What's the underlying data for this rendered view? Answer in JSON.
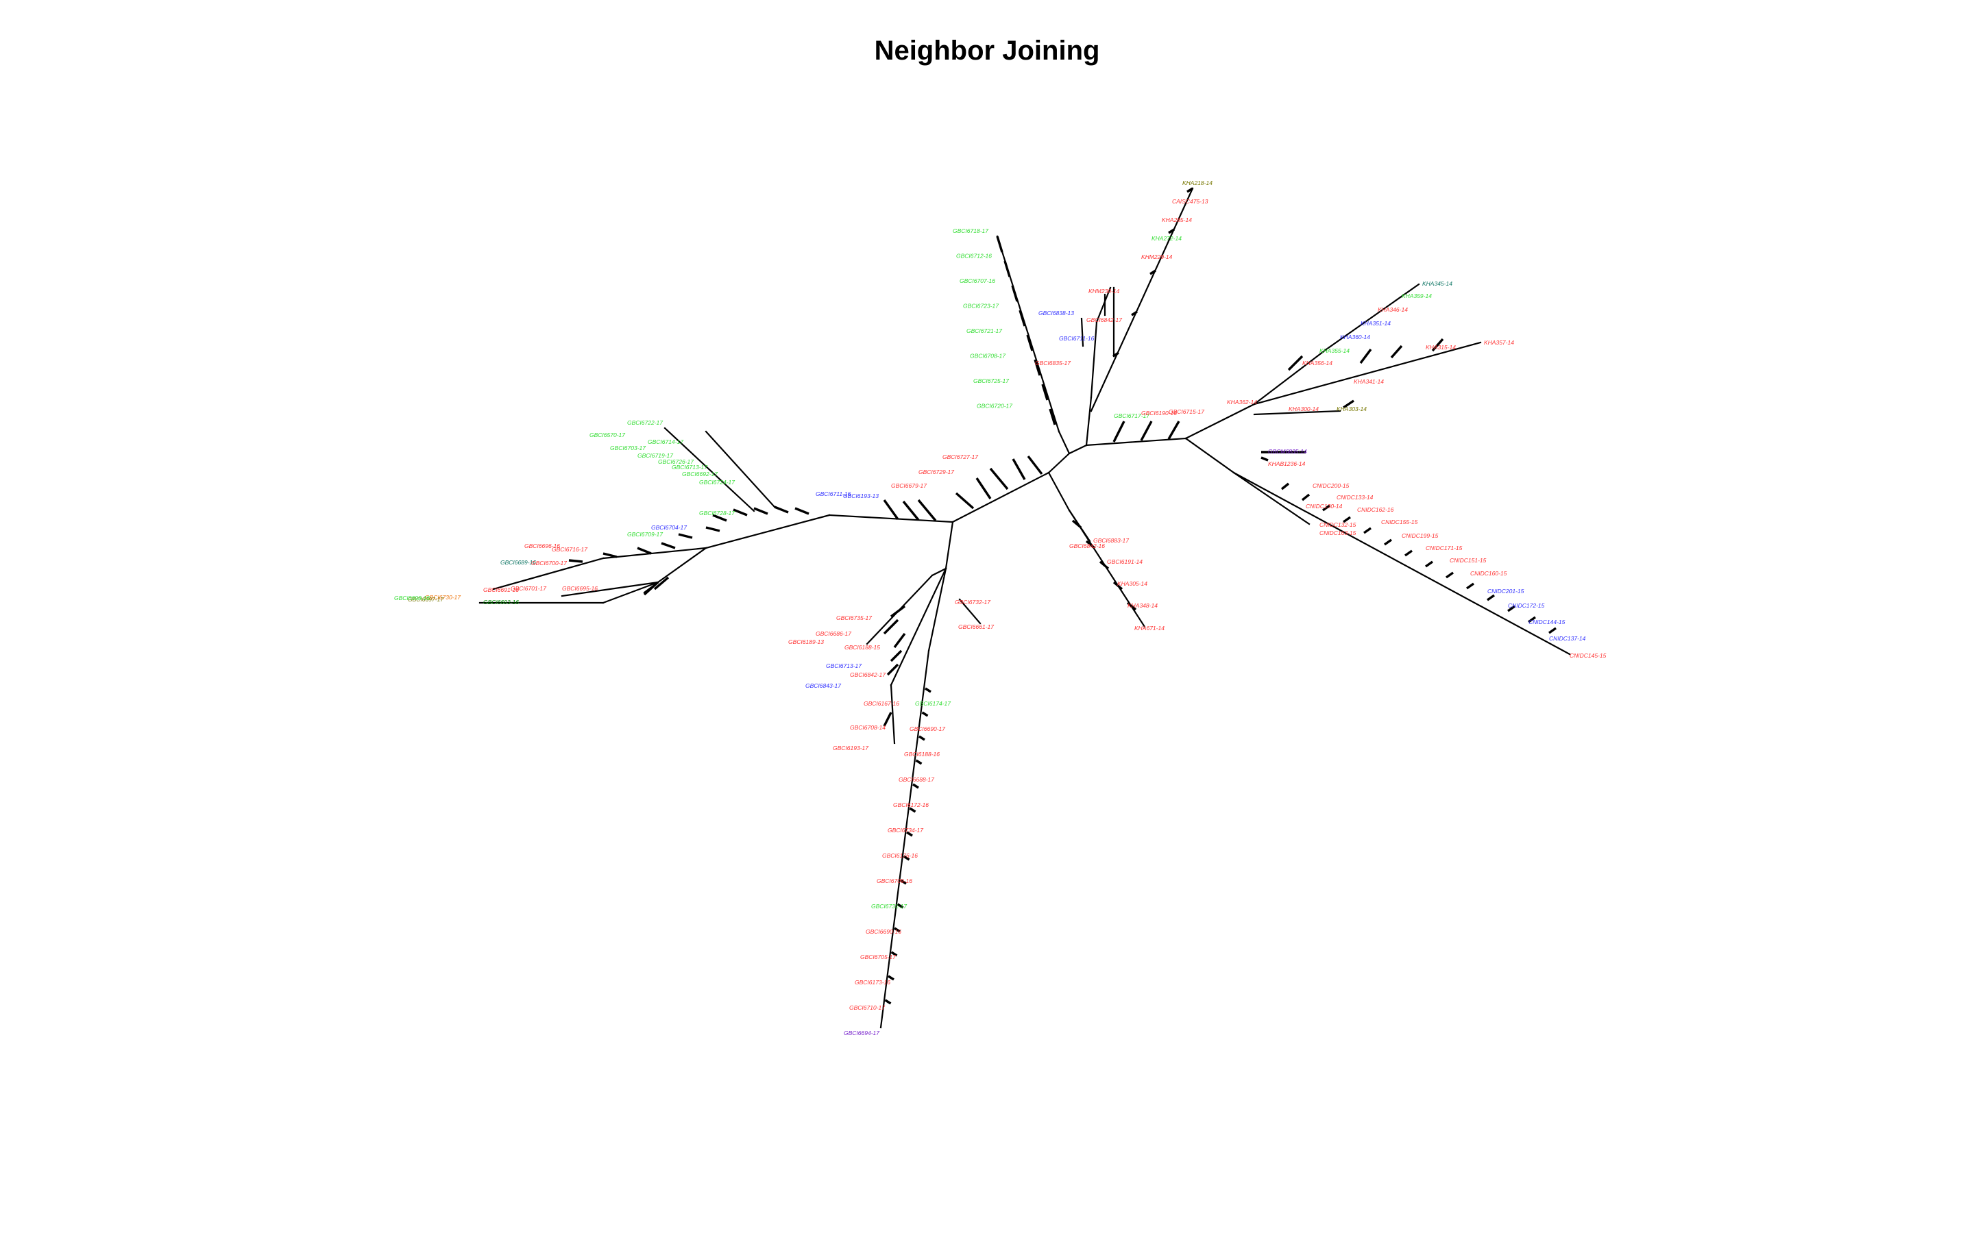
{
  "title": "Neighbor Joining",
  "palette": {
    "red": "#ff3333",
    "green": "#33dd33",
    "blue": "#3333ff",
    "darkgreen": "#008800",
    "olive": "#777700",
    "purple": "#7722cc",
    "orange": "#ee7711",
    "teal": "#117766"
  },
  "tips": {
    "top_green_clade": [
      {
        "label": "GBCI6718-17",
        "color": "green"
      },
      {
        "label": "GBCI6712-16",
        "color": "green"
      },
      {
        "label": "GBCI6707-16",
        "color": "green"
      },
      {
        "label": "GBCI6723-17",
        "color": "green"
      },
      {
        "label": "GBCI6721-17",
        "color": "green"
      },
      {
        "label": "GBCI6708-17",
        "color": "green"
      },
      {
        "label": "GBCI6725-17",
        "color": "green"
      },
      {
        "label": "GBCI6720-17",
        "color": "green"
      }
    ],
    "top_mixed_clade": [
      {
        "label": "GBCI6838-13",
        "color": "blue"
      },
      {
        "label": "GBCI6842-17",
        "color": "red"
      },
      {
        "label": "KHM230-14",
        "color": "red"
      },
      {
        "label": "GBCI6711-16",
        "color": "blue"
      },
      {
        "label": "GBCI6835-17",
        "color": "red"
      }
    ],
    "top_right_clade": [
      {
        "label": "KHA218-14",
        "color": "olive"
      },
      {
        "label": "CAISC475-13",
        "color": "red"
      },
      {
        "label": "KHA285-14",
        "color": "red"
      },
      {
        "label": "KHA272-14",
        "color": "green"
      },
      {
        "label": "KHM229-14",
        "color": "red"
      },
      {
        "label": "GBCI6717-17",
        "color": "green"
      },
      {
        "label": "GBCI6190-16",
        "color": "red"
      },
      {
        "label": "GBCI6715-17",
        "color": "red"
      }
    ],
    "right_upper_clade": [
      {
        "label": "KHA345-14",
        "color": "teal"
      },
      {
        "label": "KHA346-14",
        "color": "red"
      },
      {
        "label": "KHA359-14",
        "color": "green"
      },
      {
        "label": "KHA351-14",
        "color": "blue"
      },
      {
        "label": "KHA360-14",
        "color": "blue"
      },
      {
        "label": "KHA357-14",
        "color": "red"
      },
      {
        "label": "KHA355-14",
        "color": "green"
      },
      {
        "label": "KHA356-14",
        "color": "red"
      },
      {
        "label": "KHA362-14",
        "color": "red"
      },
      {
        "label": "KHA315-14",
        "color": "red"
      },
      {
        "label": "KHA341-14",
        "color": "red"
      },
      {
        "label": "KHA303-14",
        "color": "olive"
      },
      {
        "label": "KHA300-14",
        "color": "red"
      }
    ],
    "right_lower_clade": [
      {
        "label": "GBCM6835-14",
        "color": "purple"
      },
      {
        "label": "KHAB1236-14",
        "color": "red"
      },
      {
        "label": "CNIDC200-15",
        "color": "red"
      },
      {
        "label": "CNIDC133-14",
        "color": "red"
      },
      {
        "label": "CNIDC130-14",
        "color": "red"
      },
      {
        "label": "CNIDC162-16",
        "color": "red"
      },
      {
        "label": "CNIDC155-15",
        "color": "red"
      },
      {
        "label": "CNIDC132-15",
        "color": "red"
      },
      {
        "label": "CNIDC163-15",
        "color": "red"
      },
      {
        "label": "CNIDC199-15",
        "color": "red"
      },
      {
        "label": "CNIDC171-15",
        "color": "red"
      },
      {
        "label": "CNIDC151-15",
        "color": "red"
      },
      {
        "label": "CNIDC160-15",
        "color": "red"
      },
      {
        "label": "CNIDC201-15",
        "color": "blue"
      },
      {
        "label": "CNIDC172-15",
        "color": "blue"
      },
      {
        "label": "CNIDC144-15",
        "color": "blue"
      },
      {
        "label": "CNIDC137-14",
        "color": "blue"
      },
      {
        "label": "CNIDC145-15",
        "color": "red"
      }
    ],
    "center_clade": [
      {
        "label": "GBCI6883-17",
        "color": "red"
      },
      {
        "label": "GBCI6842-16",
        "color": "red"
      },
      {
        "label": "GBCI6191-14",
        "color": "red"
      },
      {
        "label": "KHA305-14",
        "color": "red"
      },
      {
        "label": "KHA348-14",
        "color": "red"
      },
      {
        "label": "KHA671-14",
        "color": "red"
      }
    ],
    "center_left_labels": [
      {
        "label": "GBCI6727-17",
        "color": "red"
      },
      {
        "label": "GBCI6729-17",
        "color": "red"
      },
      {
        "label": "GBCI6679-17",
        "color": "red"
      },
      {
        "label": "GBCI6193-13",
        "color": "blue"
      },
      {
        "label": "GBCI6711-16",
        "color": "blue"
      }
    ],
    "left_clade": [
      {
        "label": "GBCI6722-17",
        "color": "green"
      },
      {
        "label": "GBCI6570-17",
        "color": "green"
      },
      {
        "label": "GBCI6714-17",
        "color": "green"
      },
      {
        "label": "GBCI6703-17",
        "color": "green"
      },
      {
        "label": "GBCI6719-17",
        "color": "green"
      },
      {
        "label": "GBCI6726-17",
        "color": "green"
      },
      {
        "label": "GBCI6713-17",
        "color": "green"
      },
      {
        "label": "GBCI6692-17",
        "color": "green"
      },
      {
        "label": "GBCI6724-17",
        "color": "green"
      },
      {
        "label": "GBCI6704-17",
        "color": "blue"
      },
      {
        "label": "GBCI6709-17",
        "color": "green"
      },
      {
        "label": "GBCI6728-17",
        "color": "green"
      },
      {
        "label": "GBCI6696-16",
        "color": "red"
      },
      {
        "label": "GBCI6716-17",
        "color": "red"
      },
      {
        "label": "GBCI6689-16",
        "color": "teal"
      },
      {
        "label": "GBCI6700-17",
        "color": "red"
      },
      {
        "label": "GBCI6691-16",
        "color": "red"
      },
      {
        "label": "GBCI6701-17",
        "color": "red"
      },
      {
        "label": "GBCI6695-16",
        "color": "red"
      },
      {
        "label": "GBCI6693-16",
        "color": "darkgreen"
      },
      {
        "label": "GBCI6730-17",
        "color": "orange"
      },
      {
        "label": "GBCI6697-17",
        "color": "olive"
      },
      {
        "label": "GBCI6698-16",
        "color": "green"
      }
    ],
    "bottom_left_clade": [
      {
        "label": "GBCI6735-17",
        "color": "red"
      },
      {
        "label": "GBCI6686-17",
        "color": "red"
      },
      {
        "label": "GBCI6189-13",
        "color": "red"
      },
      {
        "label": "GBCI6188-15",
        "color": "red"
      },
      {
        "label": "GBCI6713-17",
        "color": "blue"
      },
      {
        "label": "GBCI6842-17",
        "color": "red"
      },
      {
        "label": "GBCI6843-17",
        "color": "blue"
      },
      {
        "label": "GBCI6167-16",
        "color": "red"
      },
      {
        "label": "GBCI6708-14",
        "color": "red"
      },
      {
        "label": "GBCI6193-17",
        "color": "red"
      },
      {
        "label": "GBCI6732-17",
        "color": "red"
      },
      {
        "label": "GBCI6661-17",
        "color": "red"
      }
    ],
    "bottom_clade": [
      {
        "label": "GBCI6174-17",
        "color": "green"
      },
      {
        "label": "GBCI6690-17",
        "color": "red"
      },
      {
        "label": "GBCI6188-16",
        "color": "red"
      },
      {
        "label": "GBCI6688-17",
        "color": "red"
      },
      {
        "label": "GBCI6172-16",
        "color": "red"
      },
      {
        "label": "GBCI6734-17",
        "color": "red"
      },
      {
        "label": "GBCI6176-16",
        "color": "red"
      },
      {
        "label": "GBCI6709-16",
        "color": "red"
      },
      {
        "label": "GBCI6731-17",
        "color": "green"
      },
      {
        "label": "GBCI6690-16",
        "color": "red"
      },
      {
        "label": "GBCI6705-17",
        "color": "red"
      },
      {
        "label": "GBCI6173-16",
        "color": "red"
      },
      {
        "label": "GBCI6710-17",
        "color": "red"
      },
      {
        "label": "GBCI6694-17",
        "color": "purple"
      }
    ]
  }
}
